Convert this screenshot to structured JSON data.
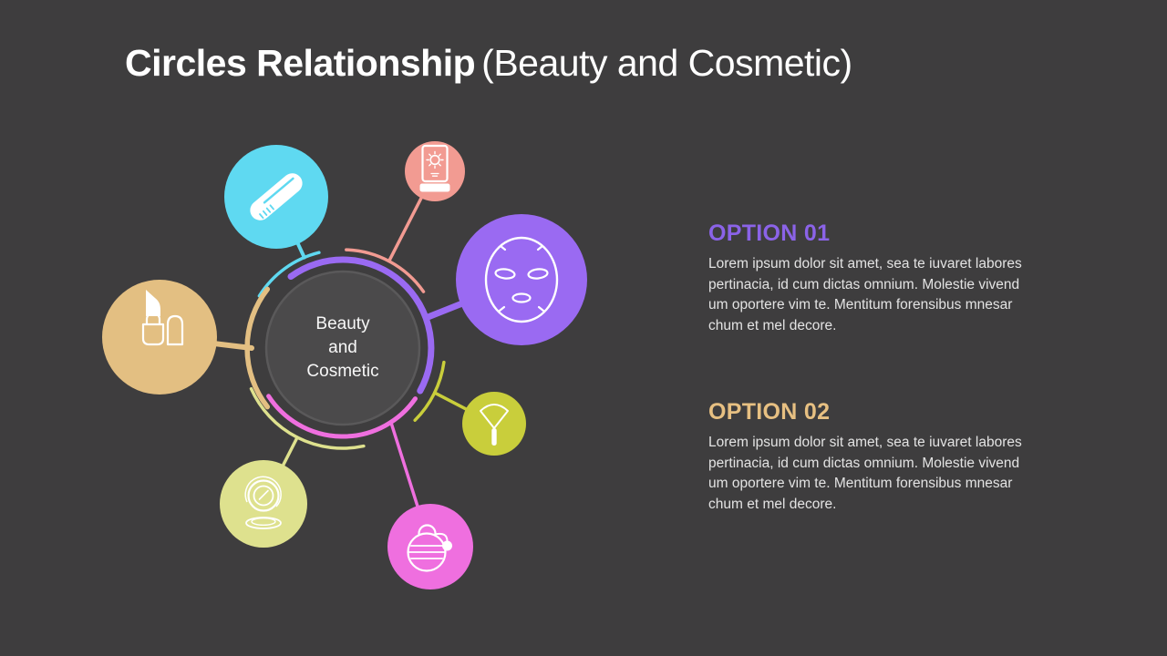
{
  "slide": {
    "background": "#3E3D3E",
    "title": {
      "bold": "Circles Relationship",
      "regular": "(Beauty and Cosmetic)"
    }
  },
  "diagram": {
    "center": {
      "label": "Beauty\nand\nCosmetic",
      "fill": "#4B4A4B",
      "border": "#5A595A"
    },
    "nodes": [
      {
        "id": "hair-straightener",
        "color": "#5FD9F1"
      },
      {
        "id": "sunscreen-tube",
        "color": "#F29B92"
      },
      {
        "id": "face-mask",
        "color": "#9A6AF2"
      },
      {
        "id": "lipstick",
        "color": "#E3BF82"
      },
      {
        "id": "fan-brush",
        "color": "#C9CE3B"
      },
      {
        "id": "compact-mirror",
        "color": "#DEE18E"
      },
      {
        "id": "perfume-bottle",
        "color": "#EF6FDF"
      }
    ]
  },
  "options": [
    {
      "heading": "OPTION 01",
      "color": "#8B63E8",
      "body": "Lorem ipsum dolor sit amet, sea te iuvaret labores\npertinacia, id cum dictas omnium. Molestie vivend\num oportere vim te. Mentitum forensibus mnesar\nchum et mel decore."
    },
    {
      "heading": "OPTION 02",
      "color": "#E7C082",
      "body": "Lorem ipsum dolor sit amet, sea te iuvaret labores\npertinacia, id cum dictas omnium. Molestie vivend\num oportere vim te. Mentitum forensibus mnesar\nchum et mel decore."
    }
  ]
}
